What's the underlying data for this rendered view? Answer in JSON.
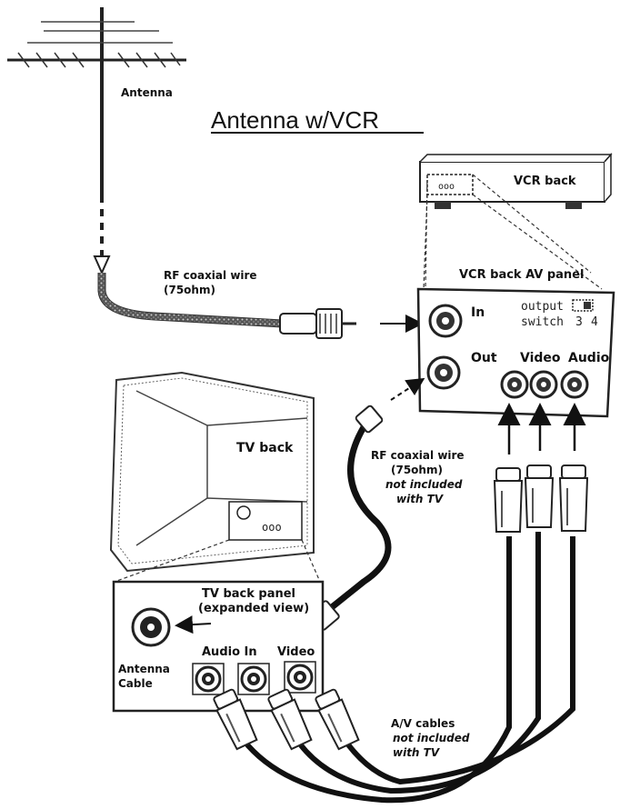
{
  "diagram": {
    "title": "Antenna w/VCR",
    "antenna_label": "Antenna",
    "rf_wire_1": {
      "line1": "RF coaxial wire",
      "line2": "(75ohm)"
    },
    "vcr_back_label": "VCR back",
    "vcr_panel_label": "VCR back AV panel",
    "vcr_panel": {
      "in_label": "In",
      "out_label": "Out",
      "output_switch_line1": "output",
      "output_switch_line2": "switch",
      "channel_3": "3",
      "channel_4": "4",
      "video_label": "Video",
      "audio_label": "Audio"
    },
    "tv_back_label": "TV back",
    "rf_wire_2": {
      "line1": "RF coaxial wire",
      "line2": "(75ohm)",
      "note1": "not included",
      "note2": "with TV"
    },
    "tv_panel": {
      "title1": "TV back panel",
      "title2": "(expanded view)",
      "antenna_line1": "Antenna",
      "antenna_line2": "Cable",
      "audio_in_label": "Audio In",
      "video_label": "Video"
    },
    "av_cables": {
      "line1": "A/V cables",
      "note1": "not included",
      "note2": "with TV"
    },
    "vcr_jack_glyph": "ooo",
    "tv_jack_glyph": "ooo"
  }
}
